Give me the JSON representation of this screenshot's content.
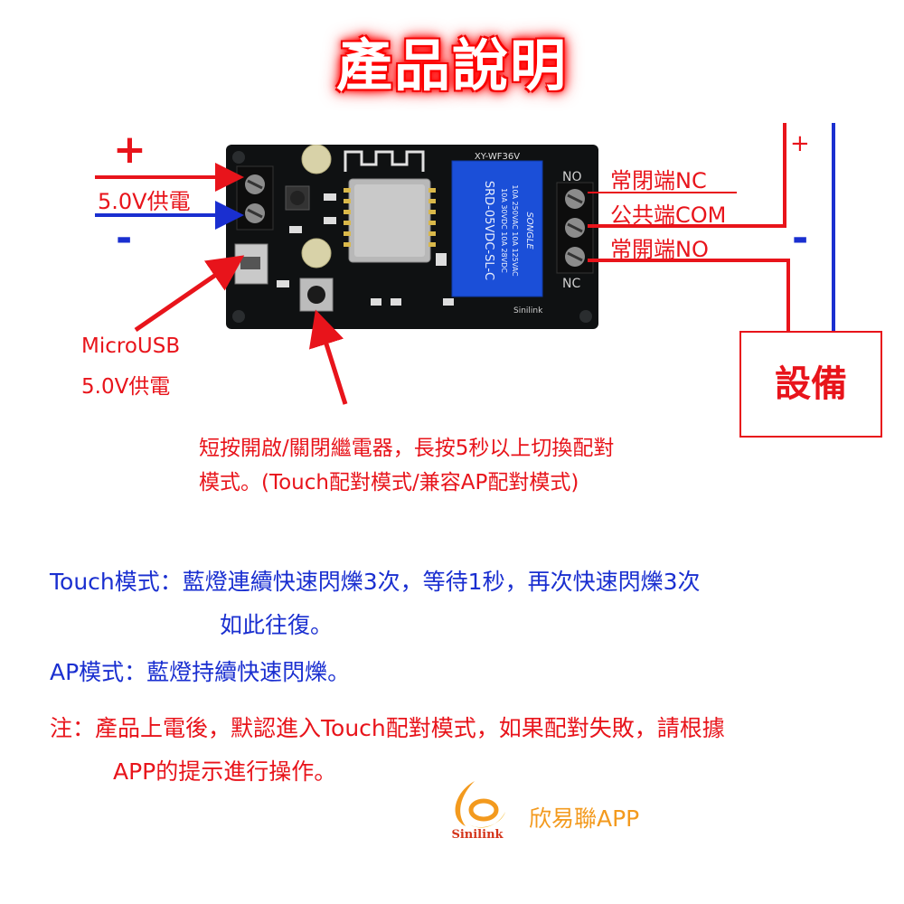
{
  "title": "產品說明",
  "power": {
    "plus": "+",
    "minus": "-",
    "label": "5.0V供電"
  },
  "usb": {
    "line1": "MicroUSB",
    "line2": "5.0V供電"
  },
  "relay": {
    "nc_label": "常閉端NC",
    "com_label": "公共端COM",
    "no_label": "常開端NO",
    "plus": "+",
    "minus": "-"
  },
  "device_label": "設備",
  "board": {
    "model": "XY-WF36V",
    "relay_brand": "SONGLE",
    "relay_model": "SRD-05VDC-SL-C",
    "relay_spec1": "10A 250VAC  10A 125VAC",
    "relay_spec2": "10A 30VDC  10A 28VDC",
    "no_silk": "NO",
    "nc_silk": "NC",
    "brand_silk": "Sinilink"
  },
  "button_note": {
    "line1": "短按開啟/關閉繼電器，長按5秒以上切換配對",
    "line2": "模式。(Touch配對模式/兼容AP配對模式)"
  },
  "modes": {
    "touch_line1": "Touch模式：藍燈連續快速閃爍3次，等待1秒，再次快速閃爍3次",
    "touch_line2": "如此往復。",
    "ap_line": "AP模式：藍燈持續快速閃爍。"
  },
  "note": {
    "line1": "注：產品上電後，默認進入Touch配對模式，如果配對失敗，請根據",
    "line2": "APP的提示進行操作。"
  },
  "logo": {
    "brand": "Sinilink",
    "app_name": "欣易聯APP"
  },
  "colors": {
    "red": "#e8141b",
    "blue": "#1a2fd0",
    "board": "#0f1112",
    "relay": "#1b4fd8",
    "logo_orange": "#f39a1e"
  }
}
